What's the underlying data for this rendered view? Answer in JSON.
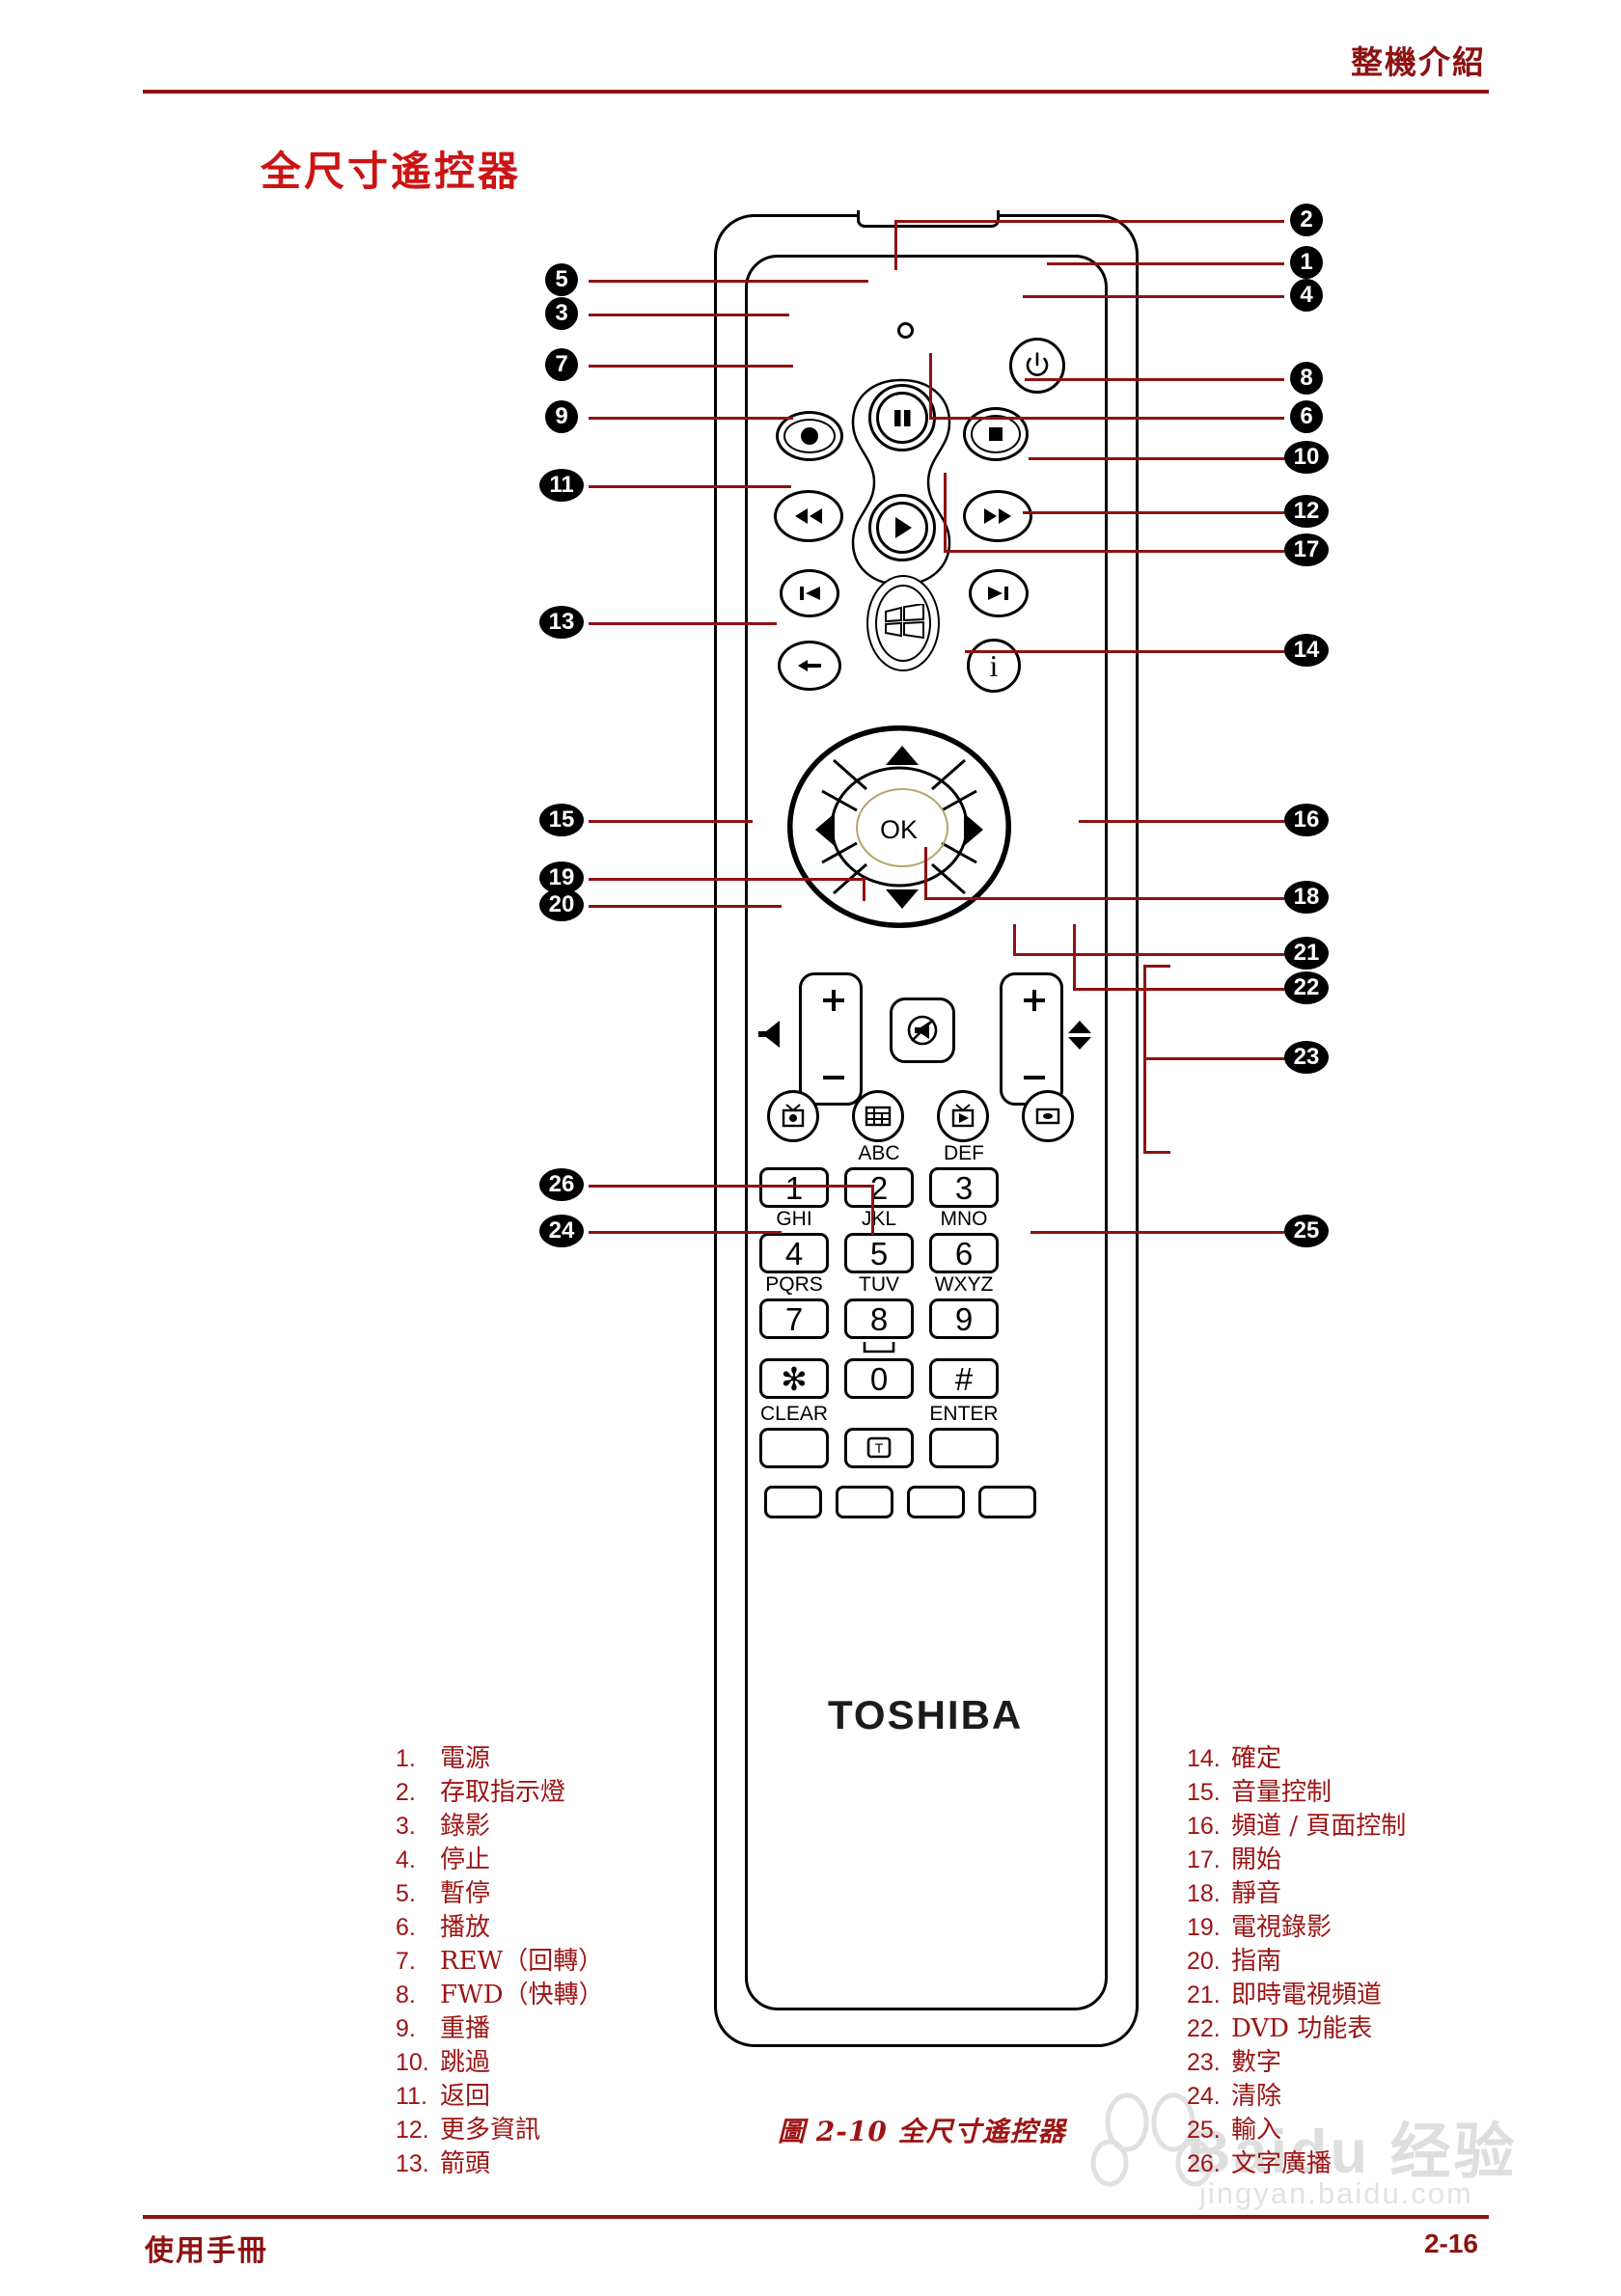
{
  "header": {
    "chapter": "整機介紹"
  },
  "section": {
    "title": "全尺寸遙控器"
  },
  "figure": {
    "caption": "圖 2-10 全尺寸遙控器"
  },
  "footer": {
    "left": "使用手冊",
    "page": "2-16"
  },
  "watermark": {
    "main": "Baidu 经验",
    "sub": "jingyan.baidu.com"
  },
  "remote": {
    "brand": "TOSHIBA",
    "ok_label": "OK",
    "keypad": {
      "letters": {
        "2": "ABC",
        "3": "DEF",
        "4": "GHI",
        "5": "JKL",
        "6": "MNO",
        "7": "PQRS",
        "8": "TUV",
        "9": "WXYZ"
      },
      "digits": [
        "1",
        "2",
        "3",
        "4",
        "5",
        "6",
        "7",
        "8",
        "9"
      ],
      "star": "✻",
      "zero": "0",
      "hash": "#",
      "clear_label": "CLEAR",
      "enter_label": "ENTER",
      "teletext_label": "T"
    }
  },
  "callouts": {
    "left": [
      "5",
      "3",
      "7",
      "9",
      "11",
      "13",
      "15",
      "19",
      "20",
      "26",
      "24"
    ],
    "right": [
      "2",
      "1",
      "4",
      "8",
      "6",
      "10",
      "12",
      "17",
      "14",
      "16",
      "18",
      "21",
      "22",
      "23",
      "25"
    ]
  },
  "legend": {
    "left": [
      {
        "num": "1.",
        "text": "電源"
      },
      {
        "num": "2.",
        "text": "存取指示燈"
      },
      {
        "num": "3.",
        "text": "錄影"
      },
      {
        "num": "4.",
        "text": "停止"
      },
      {
        "num": "5.",
        "text": "暫停"
      },
      {
        "num": "6.",
        "text": "播放"
      },
      {
        "num": "7.",
        "text": "REW（回轉）"
      },
      {
        "num": "8.",
        "text": "FWD（快轉）"
      },
      {
        "num": "9.",
        "text": "重播"
      },
      {
        "num": "10.",
        "text": "跳過"
      },
      {
        "num": "11.",
        "text": "返回"
      },
      {
        "num": "12.",
        "text": "更多資訊"
      },
      {
        "num": "13.",
        "text": "箭頭"
      }
    ],
    "right": [
      {
        "num": "14.",
        "text": "確定"
      },
      {
        "num": "15.",
        "text": "音量控制"
      },
      {
        "num": "16.",
        "text": "頻道 / 頁面控制"
      },
      {
        "num": "17.",
        "text": "開始"
      },
      {
        "num": "18.",
        "text": "靜音"
      },
      {
        "num": "19.",
        "text": "電視錄影"
      },
      {
        "num": "20.",
        "text": "指南"
      },
      {
        "num": "21.",
        "text": "即時電視頻道"
      },
      {
        "num": "22.",
        "text": "DVD 功能表"
      },
      {
        "num": "23.",
        "text": "數字"
      },
      {
        "num": "24.",
        "text": "清除"
      },
      {
        "num": "25.",
        "text": "輸入"
      },
      {
        "num": "26.",
        "text": "文字廣播"
      }
    ]
  },
  "colors": {
    "accent": "#8e1212",
    "title": "#cc1414",
    "ink": "#000000"
  }
}
